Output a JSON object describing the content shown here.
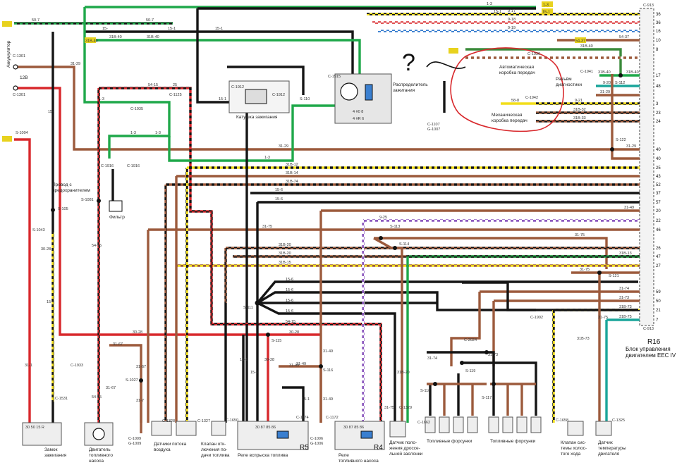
{
  "ecu": {
    "connector": "C-913",
    "connector_bottom": "C-913",
    "title": "R16",
    "name_line1": "Блок управления",
    "name_line2": "двигателем EEC IV"
  },
  "ecu_pins": [
    "36",
    "36",
    "16",
    "10",
    "8",
    "17",
    "48",
    "3",
    "23",
    "24",
    "40",
    "40",
    "25",
    "43",
    "52",
    "37",
    "57",
    "20",
    "22",
    "46",
    "26",
    "47",
    "27",
    "59",
    "50",
    "21",
    "7"
  ],
  "wire_labels": {
    "w1": "1-3",
    "w2": "15-1",
    "w3": "9-17",
    "w4": "9-18",
    "w5": "9-19",
    "w6": "31B-40",
    "w7": "54-37",
    "w8": "31B-40",
    "w9": "31B-40",
    "w10": "S-112",
    "w11": "9-20",
    "w12": "9-21",
    "w13": "58-8",
    "w14": "31-29",
    "w15": "31B-32",
    "w16": "31B-33",
    "w17": "31-29",
    "w18": "S-122",
    "w19": "31-29",
    "w20": "31B-12",
    "w21": "31B-14",
    "w22": "31B-74",
    "w23": "15-6",
    "w24": "15-6",
    "w25": "31-49",
    "w26": "9-25",
    "w27": "31-75",
    "w28": "31-75",
    "w29": "31B-20",
    "w30": "31B-20",
    "w31": "31B-13",
    "w32": "31B-15",
    "w33": "31-75",
    "w34": "S-121",
    "w35": "31-74",
    "w36": "31-73",
    "w37": "31B-73",
    "w38": "31B-75",
    "w39": "50-7",
    "w40": "15-",
    "w41": "15-1",
    "w42": "15-1",
    "w43": "50-7",
    "w44": "31B-40",
    "w45": "31B-40",
    "w46": "31-29",
    "w47": "1-3",
    "w48": "54-15",
    "w49": "25",
    "w50": "1-3",
    "w51": "15-1",
    "w52": "S-110",
    "w53": "1-3",
    "w54": "15-",
    "w55": "S-105",
    "w56": "S-1081",
    "w57": "54-15",
    "w58": "S-1043",
    "w59": "30-28",
    "w60": "15-4",
    "w61": "31-1",
    "w62": "30-28",
    "w63": "30-28",
    "w64": "54-15",
    "w65": "S-115",
    "w66": "S-111",
    "w67": "15-6",
    "w68": "15-6",
    "w69": "15-6",
    "w70": "15-6",
    "w71": "S-113",
    "w72": "S-114",
    "w73": "31-49",
    "w74": "S-116",
    "w75": "31-49",
    "w76": "31-49",
    "w77": "31B-20",
    "w78": "31-75",
    "w79": "C-2024",
    "w80": "31-74",
    "w81": "31-73",
    "w82": "S-118",
    "w83": "S-119",
    "w84": "S-117",
    "w85": "C-1902",
    "w86": "31B-73",
    "w87": "31-75",
    "w88": "1-3",
    "w89": "31-67",
    "w90": "31-67",
    "w91": "S-1027",
    "w92": "31-7",
    "w93": "31-67",
    "w94": "54-15",
    "w95": "15-1",
    "w96": "30-28",
    "w97": "15-6",
    "w98": "15-1",
    "w99": "31-49"
  },
  "top_badges": {
    "b1": "1-3",
    "b2": "15-1",
    "b3": "31B-40",
    "b4": "54-37"
  },
  "connectors": {
    "c1301a": "C-1301",
    "c1301b": "C-1301",
    "c1004": "S-1004",
    "c1935": "C-1935",
    "c1125": "C-1125",
    "c1912a": "C-1912",
    "c1912b": "C-1912",
    "c1915": "C-1915",
    "c1107": "C-1107",
    "c1007": "G-1007",
    "c1936": "C-1936",
    "c1941": "C-1941",
    "c1942": "C-1942",
    "c1916a": "C-1916",
    "c1916b": "C-1916",
    "c1933": "C-1933",
    "c1531": "C-1531",
    "c1009": "C-1009",
    "g1009": "G-1009",
    "c1328": "C-1328",
    "c1327": "C-1327",
    "c1650": "C-1650",
    "c1174": "C-1174",
    "c1172": "C-1172",
    "c1006": "C-1006",
    "g1006": "G-1006",
    "c1329": "C-1329",
    "c1662": "C-1662",
    "c1658": "C-1658",
    "c1325": "C-1325"
  },
  "components": {
    "battery_line1": "Аккумулятор",
    "battery_line2": "12В",
    "fuse_wire_line1": "Провод с",
    "fuse_wire_line2": "предохранителем",
    "ignition_coil": "Катушка зажигания",
    "distributor_line1": "Распределитель",
    "distributor_line2": "зажигания",
    "filter": "Фильтр",
    "auto_gearbox_line1": "Автоматическая",
    "auto_gearbox_line2": "коробка передач",
    "manual_gearbox_line1": "Механическая",
    "manual_gearbox_line2": "коробка передач",
    "diag_line1": "Разъём",
    "diag_line2": "диагностики",
    "question_mark": "?",
    "ignition_switch_line1": "Замок",
    "ignition_switch_line2": "зажигания",
    "fuel_pump_motor_line1": "Двигатель",
    "fuel_pump_motor_line2": "топливного",
    "fuel_pump_motor_line3": "насоса",
    "airflow_sensors_line1": "Датчики потока",
    "airflow_sensors_line2": "воздуха",
    "cutoff_valve_line1": "Клапан отк-",
    "cutoff_valve_line2": "лючения по-",
    "cutoff_valve_line3": "дачи топлива",
    "r5_relay": "Реле вспрыска топлива",
    "r5_id": "R5",
    "r4_relay_line1": "Реле",
    "r4_relay_line2": "топливного насоса",
    "r4_id": "R4",
    "throttle_line1": "Датчик поло-",
    "throttle_line2": "жения дроссе-",
    "throttle_line3": "льной заслонки",
    "injectors_a": "Топливные форсунки",
    "injectors_b": "Топливные форсунки",
    "idle_valve_line1": "Клапан сис-",
    "idle_valve_line2": "темы холос-",
    "idle_valve_line3": "того хода",
    "temp_sensor_line1": "Датчик",
    "temp_sensor_line2": "температуры",
    "temp_sensor_line3": "двигателя",
    "ign_pins": "30 50 15 R",
    "relay_pins": "30 87 85 86",
    "dist_pins_a": "4 #0 8",
    "dist_pins_b": "4 #R 6"
  },
  "colors": {
    "brown": "#9c5a3c",
    "red": "#d8282c",
    "green": "#1fa84a",
    "black": "#151515",
    "yellow": "#f2de1a",
    "blue": "#3a7fd0",
    "purple": "#8e5bbf",
    "teal": "#1aa59a",
    "annotation": "#d8282c"
  }
}
